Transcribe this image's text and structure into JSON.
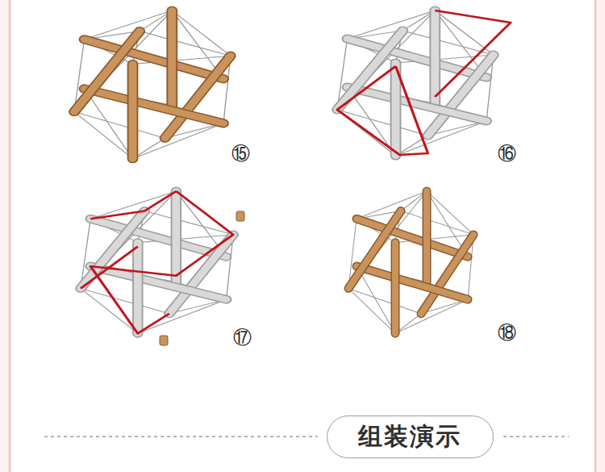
{
  "diagram": {
    "nodes": [
      {
        "text": [
          "组装演示"
        ]
      }
    ],
    "edges": [],
    "labels": [
      "⑮",
      "⑯",
      "⑰",
      "⑱"
    ]
  }
}
